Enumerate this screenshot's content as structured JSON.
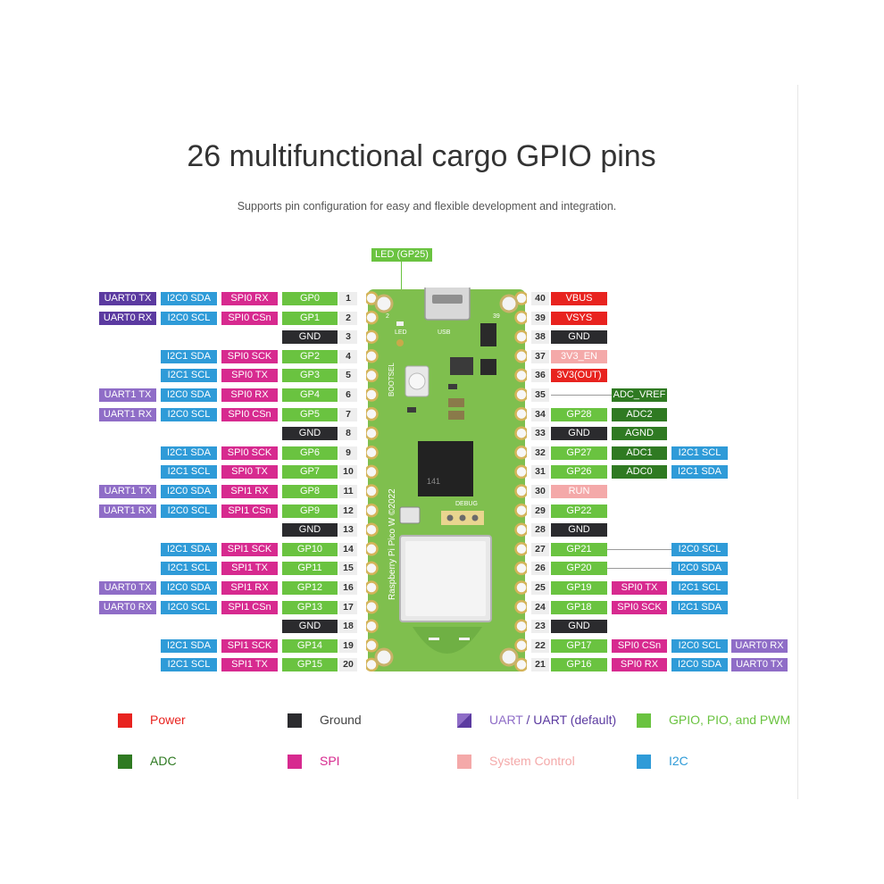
{
  "title": "26 multifunctional cargo GPIO pins",
  "subtitle": "Supports pin configuration for easy and flexible development and integration.",
  "led_label": "LED (GP25)",
  "colors": {
    "power": "#e8231f",
    "ground": "#2b2b2e",
    "uart": "#8f6dc7",
    "uart_default": "#5b3aa0",
    "gpio": "#6ac340",
    "adc": "#2f7a22",
    "spi": "#d72a8f",
    "system": "#f4a9a9",
    "i2c": "#2f9bd8",
    "board": "#7fbf4e"
  },
  "board": {
    "led_text": "LED",
    "usb_text": "USB",
    "bootsel_text": "BOOTSEL",
    "debug_text": "DEBUG",
    "name_text": "Raspberry Pi Pico W ©2022",
    "pin1_text": "1",
    "pin2_text": "2",
    "pin39_text": "39",
    "chip_code": "141"
  },
  "left_pins": [
    {
      "pin": "1",
      "gpio": "GP0",
      "spi": "SPI0 RX",
      "i2c": "I2C0 SDA",
      "uart": "UART0 TX",
      "uart_default": true
    },
    {
      "pin": "2",
      "gpio": "GP1",
      "spi": "SPI0 CSn",
      "i2c": "I2C0 SCL",
      "uart": "UART0 RX",
      "uart_default": true
    },
    {
      "pin": "3",
      "gnd": "GND"
    },
    {
      "pin": "4",
      "gpio": "GP2",
      "spi": "SPI0 SCK",
      "i2c": "I2C1 SDA"
    },
    {
      "pin": "5",
      "gpio": "GP3",
      "spi": "SPI0 TX",
      "i2c": "I2C1 SCL"
    },
    {
      "pin": "6",
      "gpio": "GP4",
      "spi": "SPI0 RX",
      "i2c": "I2C0 SDA",
      "uart": "UART1 TX"
    },
    {
      "pin": "7",
      "gpio": "GP5",
      "spi": "SPI0 CSn",
      "i2c": "I2C0 SCL",
      "uart": "UART1 RX"
    },
    {
      "pin": "8",
      "gnd": "GND"
    },
    {
      "pin": "9",
      "gpio": "GP6",
      "spi": "SPI0 SCK",
      "i2c": "I2C1 SDA"
    },
    {
      "pin": "10",
      "gpio": "GP7",
      "spi": "SPI0 TX",
      "i2c": "I2C1 SCL"
    },
    {
      "pin": "11",
      "gpio": "GP8",
      "spi": "SPI1 RX",
      "i2c": "I2C0 SDA",
      "uart": "UART1 TX"
    },
    {
      "pin": "12",
      "gpio": "GP9",
      "spi": "SPI1 CSn",
      "i2c": "I2C0 SCL",
      "uart": "UART1 RX"
    },
    {
      "pin": "13",
      "gnd": "GND"
    },
    {
      "pin": "14",
      "gpio": "GP10",
      "spi": "SPI1 SCK",
      "i2c": "I2C1 SDA"
    },
    {
      "pin": "15",
      "gpio": "GP11",
      "spi": "SPI1 TX",
      "i2c": "I2C1 SCL"
    },
    {
      "pin": "16",
      "gpio": "GP12",
      "spi": "SPI1 RX",
      "i2c": "I2C0 SDA",
      "uart": "UART0 TX"
    },
    {
      "pin": "17",
      "gpio": "GP13",
      "spi": "SPI1 CSn",
      "i2c": "I2C0 SCL",
      "uart": "UART0 RX"
    },
    {
      "pin": "18",
      "gnd": "GND"
    },
    {
      "pin": "19",
      "gpio": "GP14",
      "spi": "SPI1 SCK",
      "i2c": "I2C1 SDA"
    },
    {
      "pin": "20",
      "gpio": "GP15",
      "spi": "SPI1 TX",
      "i2c": "I2C1 SCL"
    }
  ],
  "right_pins": [
    {
      "pin": "40",
      "main": "VBUS",
      "type": "power"
    },
    {
      "pin": "39",
      "main": "VSYS",
      "type": "power"
    },
    {
      "pin": "38",
      "main": "GND",
      "type": "ground"
    },
    {
      "pin": "37",
      "main": "3V3_EN",
      "type": "system"
    },
    {
      "pin": "36",
      "main": "3V3(OUT)",
      "type": "power"
    },
    {
      "pin": "35",
      "adc": "ADC_VREF"
    },
    {
      "pin": "34",
      "main": "GP28",
      "type": "gpio",
      "adc": "ADC2"
    },
    {
      "pin": "33",
      "main": "GND",
      "type": "ground",
      "adc": "AGND"
    },
    {
      "pin": "32",
      "main": "GP27",
      "type": "gpio",
      "adc": "ADC1",
      "i2c": "I2C1 SCL"
    },
    {
      "pin": "31",
      "main": "GP26",
      "type": "gpio",
      "adc": "ADC0",
      "i2c": "I2C1 SDA"
    },
    {
      "pin": "30",
      "main": "RUN",
      "type": "system"
    },
    {
      "pin": "29",
      "main": "GP22",
      "type": "gpio"
    },
    {
      "pin": "28",
      "main": "GND",
      "type": "ground"
    },
    {
      "pin": "27",
      "main": "GP21",
      "type": "gpio",
      "i2c": "I2C0 SCL"
    },
    {
      "pin": "26",
      "main": "GP20",
      "type": "gpio",
      "i2c": "I2C0 SDA"
    },
    {
      "pin": "25",
      "main": "GP19",
      "type": "gpio",
      "spi": "SPI0 TX",
      "i2c": "I2C1 SCL"
    },
    {
      "pin": "24",
      "main": "GP18",
      "type": "gpio",
      "spi": "SPI0 SCK",
      "i2c": "I2C1 SDA"
    },
    {
      "pin": "23",
      "main": "GND",
      "type": "ground"
    },
    {
      "pin": "22",
      "main": "GP17",
      "type": "gpio",
      "spi": "SPI0 CSn",
      "i2c": "I2C0 SCL",
      "uart": "UART0 RX"
    },
    {
      "pin": "21",
      "main": "GP16",
      "type": "gpio",
      "spi": "SPI0 RX",
      "i2c": "I2C0 SDA",
      "uart": "UART0 TX"
    }
  ],
  "legend": [
    {
      "label": "Power",
      "type": "power"
    },
    {
      "label": "Ground",
      "type": "ground"
    },
    {
      "label": "UART / UART (default)",
      "label_a": "UART",
      "label_sep": " / ",
      "label_b": "UART (default)",
      "type": "uart"
    },
    {
      "label": "GPIO, PIO, and PWM",
      "type": "gpio"
    },
    {
      "label": "ADC",
      "type": "adc"
    },
    {
      "label": "SPI",
      "type": "spi"
    },
    {
      "label": "System Control",
      "type": "system"
    },
    {
      "label": "I2C",
      "type": "i2c"
    }
  ]
}
